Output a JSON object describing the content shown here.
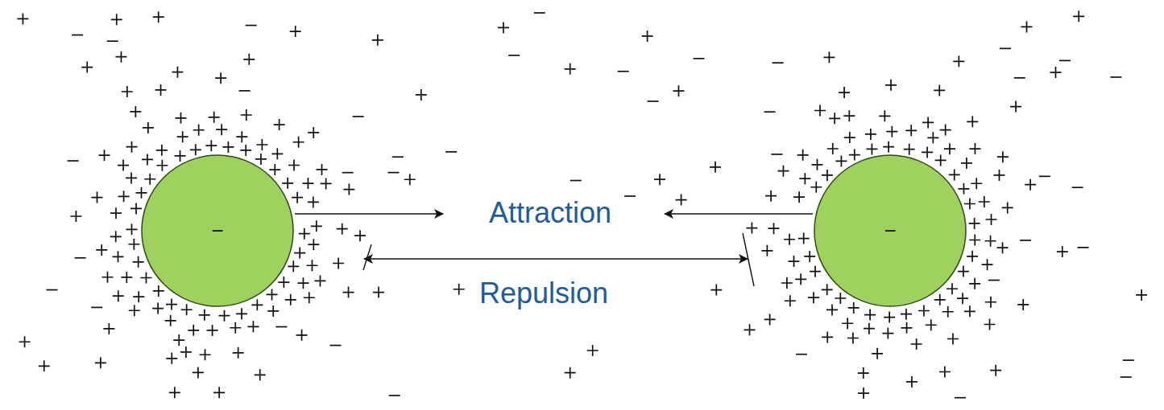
{
  "diagram": {
    "nodes": [
      {
        "text": [
          "−"
        ]
      },
      {
        "text": [
          "−"
        ]
      }
    ],
    "labels": [
      "Attraction",
      "Repulsion"
    ]
  }
}
